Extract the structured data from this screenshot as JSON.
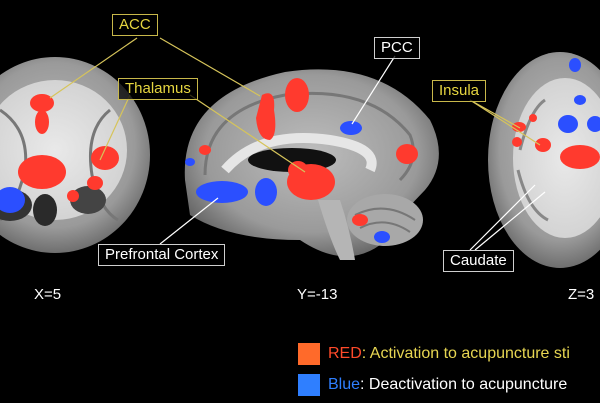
{
  "labels": {
    "acc": "ACC",
    "thalamus": "Thalamus",
    "pcc": "PCC",
    "insula": "Insula",
    "prefrontal": "Prefrontal Cortex",
    "caudate": "Caudate"
  },
  "coordinates": {
    "x": "X=5",
    "y": "Y=-13",
    "z": "Z=3"
  },
  "legend": {
    "red_keyword": "RED",
    "red_text": ": Activation to acupuncture sti",
    "blue_keyword": "Blue",
    "blue_text": ": Deactivation to acupuncture"
  },
  "colors": {
    "activation": "#ff3a2e",
    "deactivation": "#2b4fff",
    "label_yellow": "#e6d640",
    "swatch_red": "#ff6a2a",
    "swatch_blue": "#2f7fff"
  }
}
